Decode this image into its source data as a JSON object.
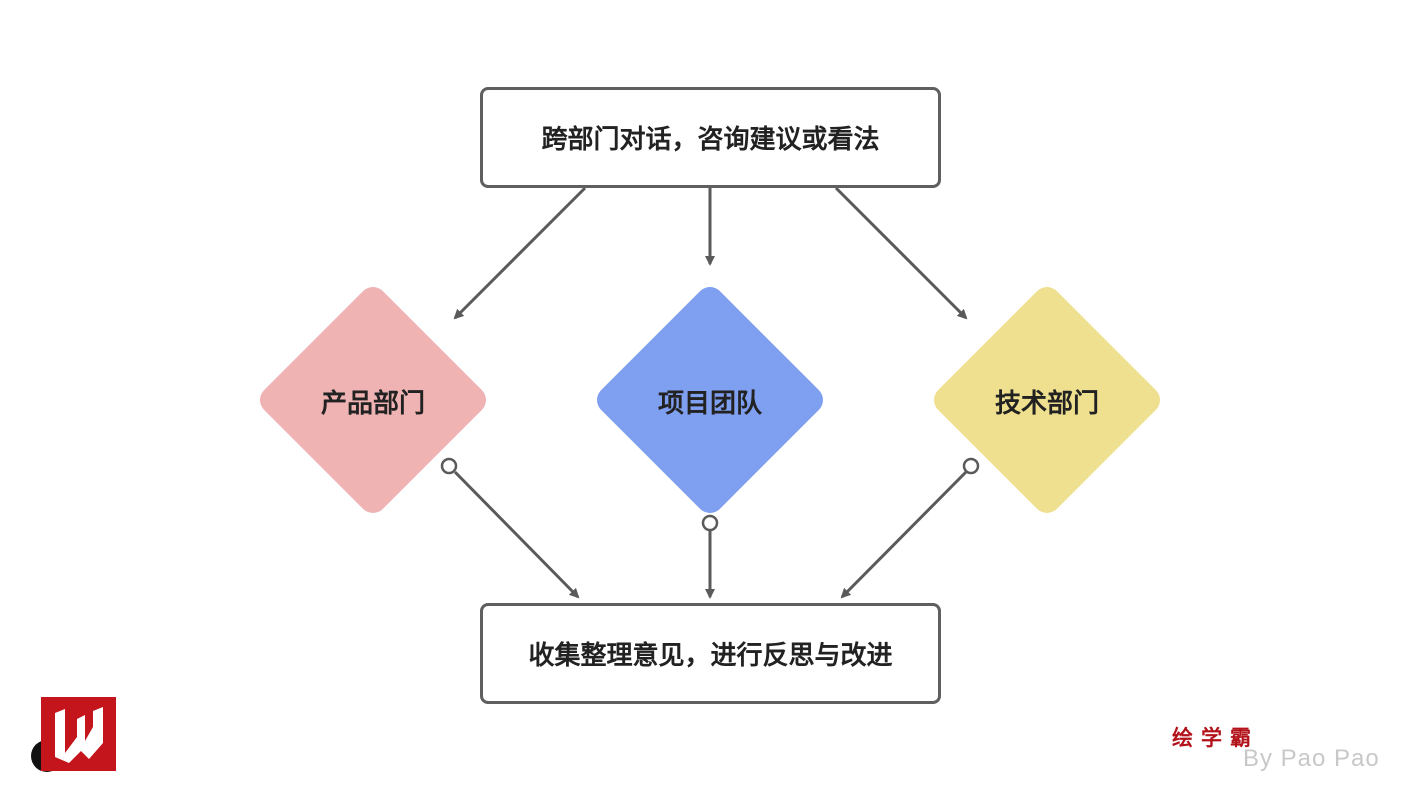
{
  "diagram": {
    "top_box": {
      "label": "跨部门对话，咨询建议或看法"
    },
    "nodes": [
      {
        "label": "产品部门",
        "color": "#efb3b3"
      },
      {
        "label": "项目团队",
        "color": "#7f9ff0"
      },
      {
        "label": "技术部门",
        "color": "#efe08f"
      }
    ],
    "bottom_box": {
      "label": "收集整理意见，进行反思与改进"
    },
    "edge_color": "#5a5a5a"
  },
  "watermark": {
    "brand": "绘学霸",
    "byline": "By Pao Pao",
    "logo_icon": "w-logo-icon"
  }
}
